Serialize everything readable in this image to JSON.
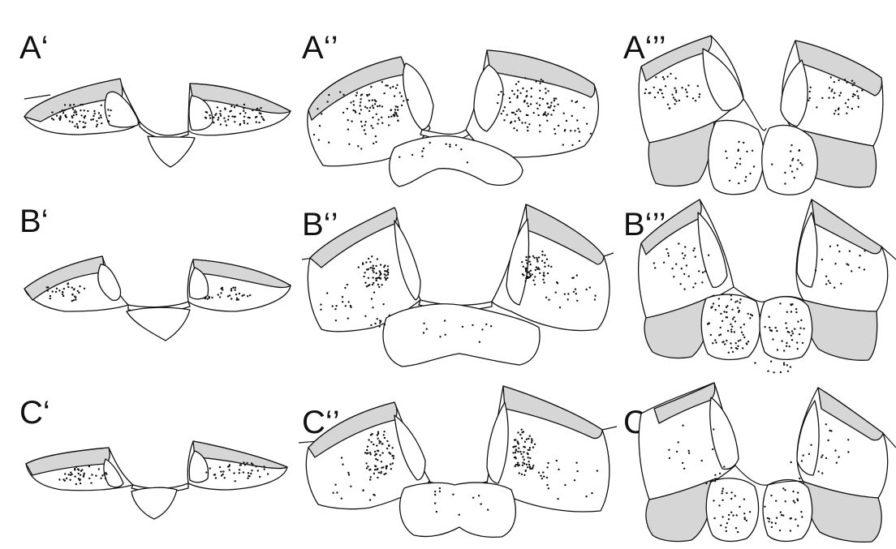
{
  "panels": [
    {
      "id": "A1",
      "label": "A‘"
    },
    {
      "id": "A2",
      "label": "A‘’"
    },
    {
      "id": "A3",
      "label": "A‘’’"
    },
    {
      "id": "B1",
      "label": "B‘"
    },
    {
      "id": "B2",
      "label": "B‘’"
    },
    {
      "id": "B3",
      "label": "B‘’’"
    },
    {
      "id": "C1",
      "label": "C‘"
    },
    {
      "id": "C2",
      "label": "C‘’"
    },
    {
      "id": "C3",
      "label": "C‘’’"
    }
  ],
  "colors": {
    "outline": "#111111",
    "shading": "#d6d6d6",
    "background": "#ffffff",
    "dots": "#111111"
  }
}
